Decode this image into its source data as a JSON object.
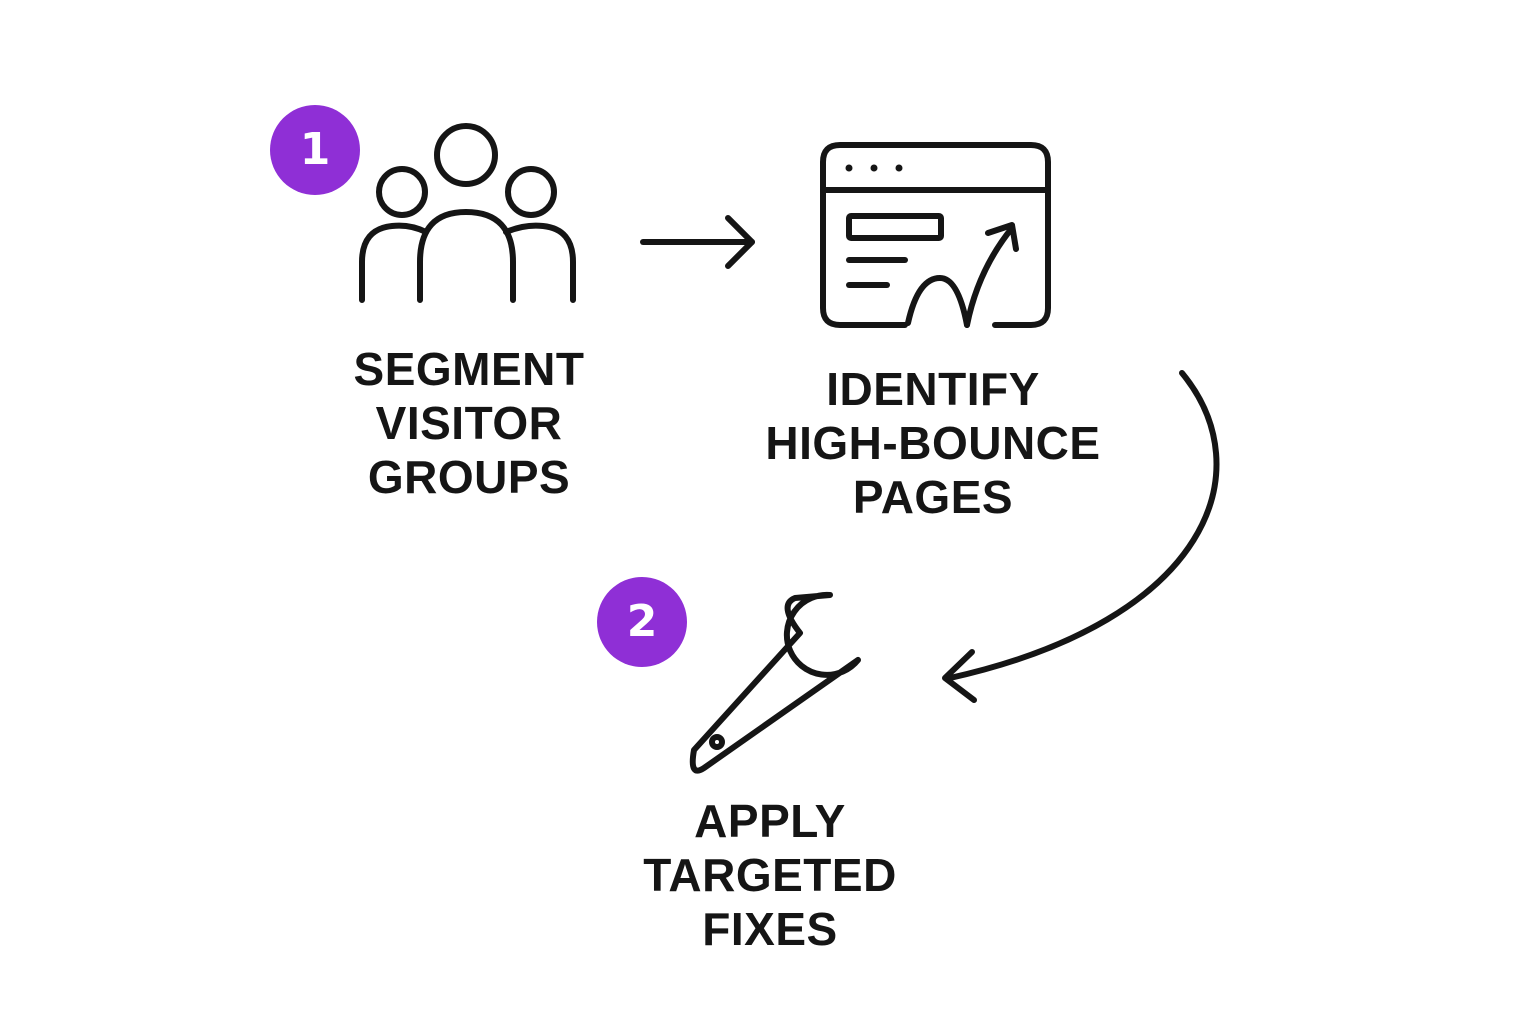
{
  "colors": {
    "badge": "#8f2fd6",
    "badge_text": "#ffffff",
    "stroke": "#151515",
    "background": "#ffffff"
  },
  "badges": [
    {
      "text": "1"
    },
    {
      "text": "2"
    }
  ],
  "steps": [
    {
      "icon": "people-group-icon",
      "lines": [
        "SEGMENT",
        "VISITOR",
        "GROUPS"
      ]
    },
    {
      "icon": "webpage-bounce-icon",
      "lines": [
        "IDENTIFY",
        "HIGH-BOUNCE",
        "PAGES"
      ]
    },
    {
      "icon": "wrench-icon",
      "lines": [
        "APPLY",
        "TARGETED",
        "FIXES"
      ]
    }
  ],
  "connectors": [
    {
      "icon": "arrow-right-icon",
      "from": "SEGMENT VISITOR GROUPS",
      "to": "IDENTIFY HIGH-BOUNCE PAGES"
    },
    {
      "icon": "curved-arrow-icon",
      "from": "IDENTIFY HIGH-BOUNCE PAGES",
      "to": "APPLY TARGETED FIXES"
    }
  ]
}
